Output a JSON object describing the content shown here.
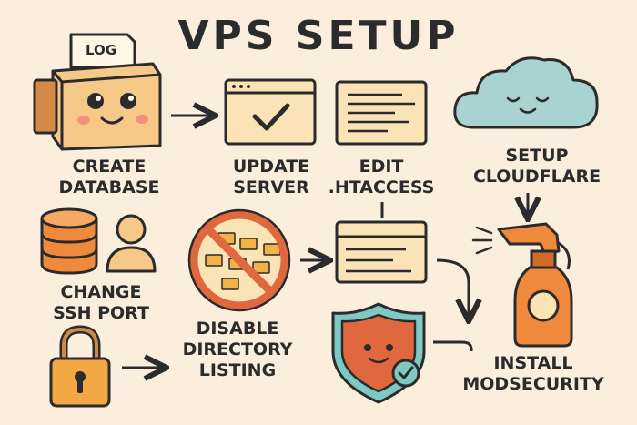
{
  "title": "VPS SETUP",
  "log_tag": "LOG",
  "steps": {
    "create_database": "CREATE\nDATABASE",
    "update_server": "UPDATE\nSERVER",
    "edit_htaccess": "EDIT\n.HTACCESS",
    "setup_cloudflare": "SETUP\nCLOUDFLARE",
    "change_ssh_port": "CHANGE\nSSH PORT",
    "disable_directory_listing": "DISABLE\nDIRECTORY\nLISTING",
    "install_modsecurity": "INSTALL\nMODSECURITY"
  },
  "icons": [
    "log-document-icon",
    "smiling-box-icon",
    "browser-checkmark-icon",
    "text-window-icon",
    "cloud-icon",
    "database-icon",
    "user-icon",
    "prohibited-folder-icon",
    "config-window-icon",
    "spray-bottle-icon",
    "padlock-icon",
    "shield-check-icon"
  ],
  "colors": {
    "background": "#fbeedd",
    "outline": "#2b2b2b",
    "orange": "#ef8a3c",
    "light_orange": "#f6c989",
    "cream": "#fbe3b8",
    "cloud_blue": "#a9d3d3",
    "prohibit_red": "#e0683e",
    "check_teal": "#7fc9c4"
  }
}
